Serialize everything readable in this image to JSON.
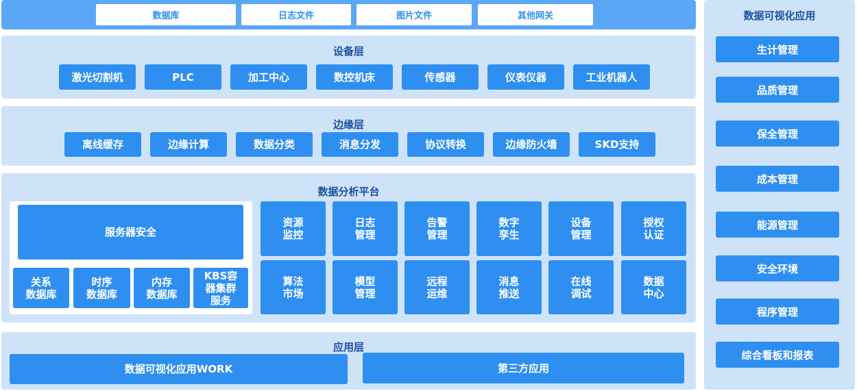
{
  "sources": [
    "数据库",
    "日志文件",
    "图片文件",
    "其他网关"
  ],
  "device_layer": {
    "title": "设备层",
    "items": [
      "激光切割机",
      "PLC",
      "加工中心",
      "数控机床",
      "传感器",
      "仪表仪器",
      "工业机器人"
    ]
  },
  "edge_layer": {
    "title": "边缘层",
    "items": [
      "离线缓存",
      "边缘计算",
      "数据分类",
      "消息分发",
      "协议转换",
      "边缘防火墙",
      "SKD支持"
    ]
  },
  "platform": {
    "title": "数据分析平台",
    "server_security": "服务器安全",
    "storage": [
      [
        "关系",
        "数据库"
      ],
      [
        "时序",
        "数据库"
      ],
      [
        "内存",
        "数据库"
      ],
      [
        "KBS容",
        "器集群",
        "服务"
      ]
    ],
    "modules": [
      [
        "资源",
        "监控"
      ],
      [
        "日志",
        "管理"
      ],
      [
        "告警",
        "管理"
      ],
      [
        "数字",
        "孪生"
      ],
      [
        "设备",
        "管理"
      ],
      [
        "授权",
        "认证"
      ],
      [
        "算法",
        "市场"
      ],
      [
        "模型",
        "管理"
      ],
      [
        "远程",
        "运维"
      ],
      [
        "消息",
        "推送"
      ],
      [
        "在线",
        "调试"
      ],
      [
        "数据",
        "中心"
      ]
    ]
  },
  "app_layer": {
    "title": "应用层",
    "items": [
      "数据可视化应用WORK",
      "第三方应用"
    ]
  },
  "visualization": {
    "title": "数据可视化应用",
    "items": [
      "生计管理",
      "品质管理",
      "保全管理",
      "成本管理",
      "能源管理",
      "安全环境",
      "程序管理",
      "综合看板和报表"
    ]
  },
  "colors": {
    "panel": "#cfe3f8",
    "chip": "#2f8ff0",
    "title_text": "#1b4fa3",
    "source_bar": "#5aa8f5"
  }
}
